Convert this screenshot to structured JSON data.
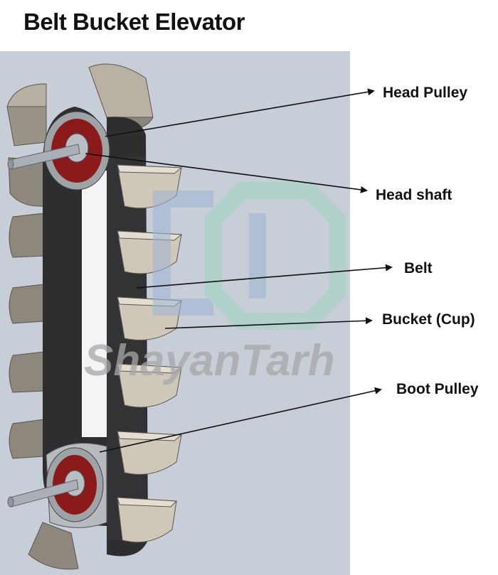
{
  "title": "Belt Bucket Elevator",
  "watermark": "ShayanTarh",
  "labels": {
    "head_pulley": "Head Pulley",
    "head_shaft": "Head shaft",
    "belt": "Belt",
    "bucket": "Bucket (Cup)",
    "boot_pulley": "Boot Pulley"
  },
  "colors": {
    "panel_background": "#c7ced8",
    "belt": "#2e2e30",
    "bucket_fill": "#cfc7b8",
    "bucket_shade": "#8c857b",
    "pulley_hub": "#8b1a1a",
    "shaft": "#a9b0b8",
    "watermark_blue": "#9fb4d4",
    "watermark_green": "#9fd3c0",
    "watermark_text": "#a7a7a7"
  }
}
